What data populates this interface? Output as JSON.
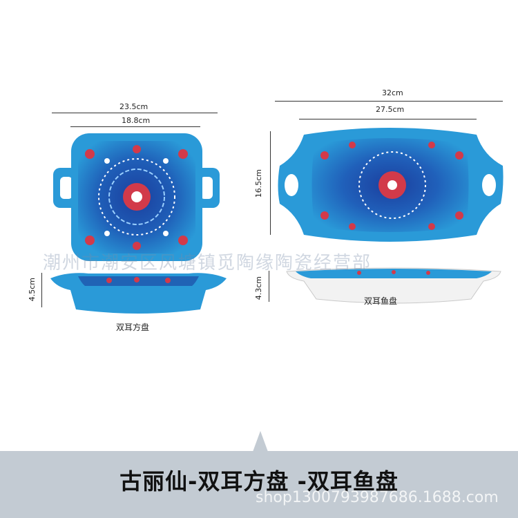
{
  "left_product": {
    "outer_width": "23.5cm",
    "inner_width": "18.8cm",
    "height": "4.5cm",
    "caption": "双耳方盘"
  },
  "right_product": {
    "outer_width": "32cm",
    "inner_width": "27.5cm",
    "depth": "16.5cm",
    "height": "4.3cm",
    "caption": "双耳鱼盘"
  },
  "watermark": "潮州市潮安区风塘镇觅陶缘陶瓷经营部",
  "banner": {
    "title": "古丽仙-双耳方盘 -双耳鱼盘",
    "shop": "shop1300793987686.1688.com"
  },
  "colors": {
    "glaze_blue": "#2a9ad8",
    "deep_blue": "#1b3f9e",
    "flower_red": "#d23a4a",
    "banner_gray": "#c3cbd3"
  }
}
